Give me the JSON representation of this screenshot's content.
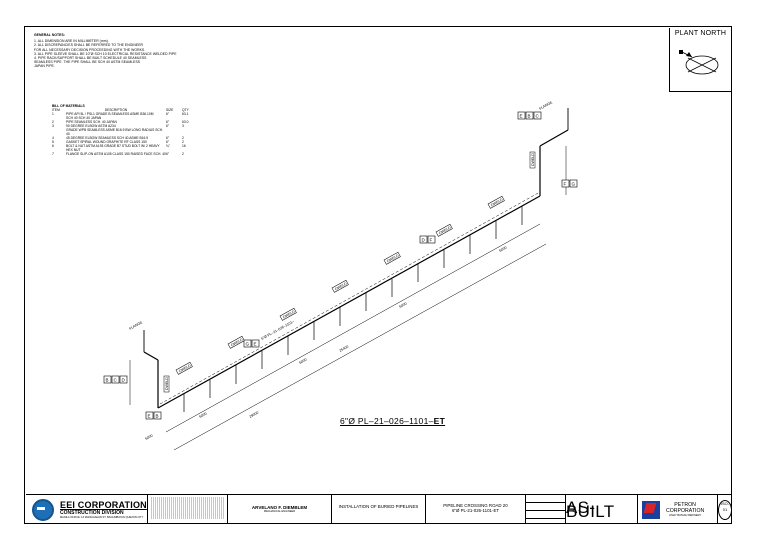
{
  "notes": {
    "heading": "GENERAL NOTES:",
    "lines": [
      "1. ALL DIMENSION ARE IN MILLIMETER (mm).",
      "2. ALL DISCREPANCIES SHALL BE REFERRED TO THE ENGINEER",
      "   FOR ALL NECESSARY DECISION PROCEEDING WITH THE WORKS.",
      "3. ALL PIPE SLEEVE SHALL BE 10\"Ø SCH 10 ELECTRICAL RESISTANCE WELDED PIPE",
      "4. PIPE RACK/SUPPORT SHALL BE BUILT SCHEDULE 40 SEAMLESS",
      "   SEAMLESS PIPE. THE PIPE SHALL BE SCH 40 ASTM SEAMLESS",
      "   JAPAN PIPE."
    ]
  },
  "bom": {
    "title": "BILL OF MATERIALS",
    "headers": [
      "ITEM",
      "DESCRIPTION",
      "SIZE",
      "QTY"
    ],
    "rows": [
      [
        "1",
        "PIPE API 5L / PSL1 GRADE B SEAMLESS ASME B36.10M",
        "6\"",
        "63.1"
      ],
      [
        "",
        "SCH 40 SCH 40 JAPAN",
        "",
        ""
      ],
      [
        "2",
        "PIPE SEAMLESS SCH. 40 JAPAN",
        "6\"",
        "63.0"
      ],
      [
        "3",
        "90 DEGREE ELBOW ASTM A234",
        "6\"",
        "3"
      ],
      [
        "",
        "GRADE WPB SEAMLESS ASME B16.9 BW LONG RADIUS SCH. 40",
        "",
        ""
      ],
      [
        "4",
        "45 DEGREE ELBOW SEAMLESS SCH 40 ASME B16.9",
        "6\"",
        "2"
      ],
      [
        "5",
        "GASKET SPIRAL WOUND GRAPHITE RF CLASS 150",
        "6\"",
        "2"
      ],
      [
        "6",
        "BOLT & NUT ASTM A193 GRADE B7 STUD BOLT W/ 2 HEAVY HEX NUT",
        "¾\"",
        "16"
      ],
      [
        "7",
        "FLANGE SLIP-ON ASTM A105 CLASS 150 RAISED FACE SCH. 40",
        "6\"",
        "2"
      ]
    ]
  },
  "north": {
    "label": "PLANT NORTH"
  },
  "isometric": {
    "line_number_prefix": "6\"Ø PL–21–026–1101–",
    "line_number_suffix": "ET",
    "weld_tag": "DWELD",
    "dim_small": "6000",
    "dim_long": "25400",
    "dim_run": "29000",
    "flange_note": "FLANGE",
    "badges": [
      "E",
      "B",
      "C",
      "D",
      "F",
      "G"
    ]
  },
  "title_block": {
    "company": "EEI CORPORATION",
    "division": "CONSTRUCTION DIVISION",
    "company_sub": "MANILA OFFICE: 12 MANGGAHAN ST. BAGUMBAYAN QUEZON CITY",
    "engineer": "ARVELANO F. DIEMBLEM",
    "engineer_role": "MECHANICAL ENGINEER",
    "project": "INSTALLATION OF BURIED PIPELINES",
    "drawing": "PIPELINE CROSSING ROAD 20",
    "drawing_line": "6\"Ø PL-21-026-1101-ET",
    "status": "AS-BUILT",
    "client": "PETRON",
    "client_full": "CORPORATION",
    "client_sub": "LIMAY BATAAN REFINERY",
    "sheet": "ISO-01"
  },
  "colors": {
    "eei_blue": "#1f6eb8",
    "petron_blue": "#1b3f9c",
    "petron_red": "#d8232a"
  }
}
